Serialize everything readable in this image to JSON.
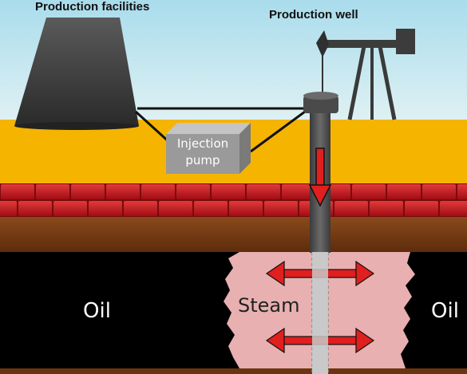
{
  "diagram": {
    "labels": {
      "production_facilities": "Production facilities",
      "production_well": "Production well",
      "injection_pump_line1": "Injection",
      "injection_pump_line2": "pump",
      "oil_left": "Oil",
      "oil_right": "Oil",
      "steam": "Steam"
    },
    "colors": {
      "sky_top": "#a9dcec",
      "sky_bottom": "#d7eef2",
      "ground": "#f5b400",
      "brick": "#c0121b",
      "brick_mortar": "#7a0a0e",
      "soil": "#7b3d15",
      "oil_layer": "#000000",
      "steam_zone": "#e8b0b0",
      "arrow": "#e01f1f",
      "facility": "#3c3c3c",
      "pump_box": "#9a9a9a",
      "well_pipe": "#4a4a4a"
    }
  }
}
